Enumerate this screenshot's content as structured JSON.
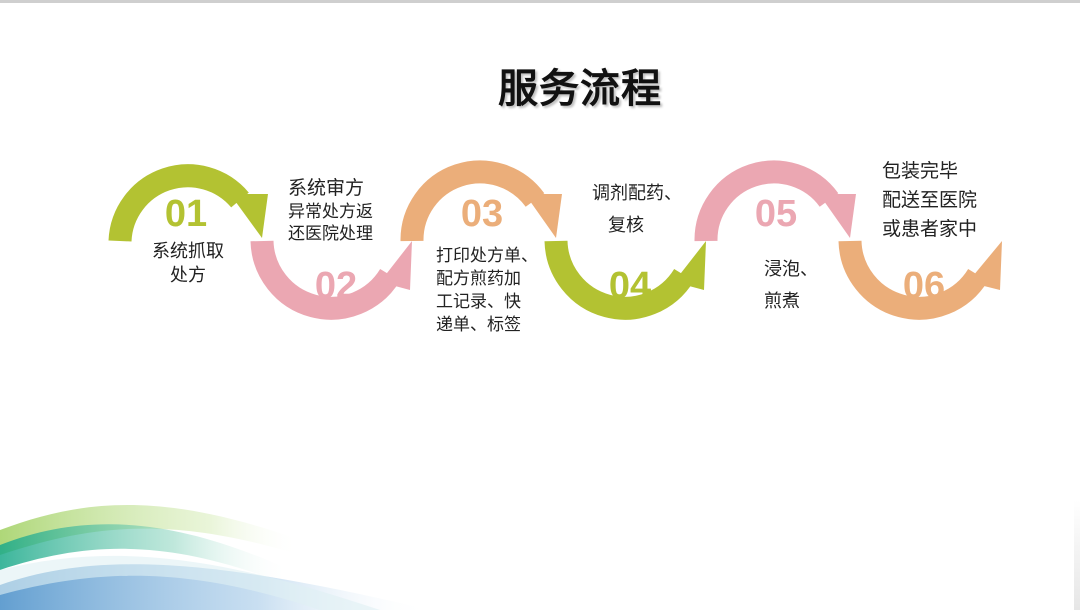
{
  "title": "服务流程",
  "colors": {
    "green": "#b3c232",
    "pink": "#eba7b2",
    "orange": "#ebae7a"
  },
  "steps": [
    {
      "num": "01",
      "lines": [
        "系统抓取",
        "处方"
      ]
    },
    {
      "num": "02",
      "lines": [
        "系统审方",
        "异常处方返",
        "还医院处理"
      ]
    },
    {
      "num": "03",
      "lines": [
        "打印处方单、",
        "配方煎药加",
        "工记录、快",
        "递单、标签"
      ]
    },
    {
      "num": "04",
      "lines": [
        "调剂配药、",
        "复核"
      ]
    },
    {
      "num": "05",
      "lines": [
        "浸泡、",
        "煎煮"
      ]
    },
    {
      "num": "06",
      "lines": [
        "包装完毕",
        "配送至医院",
        "或患者家中"
      ]
    }
  ]
}
